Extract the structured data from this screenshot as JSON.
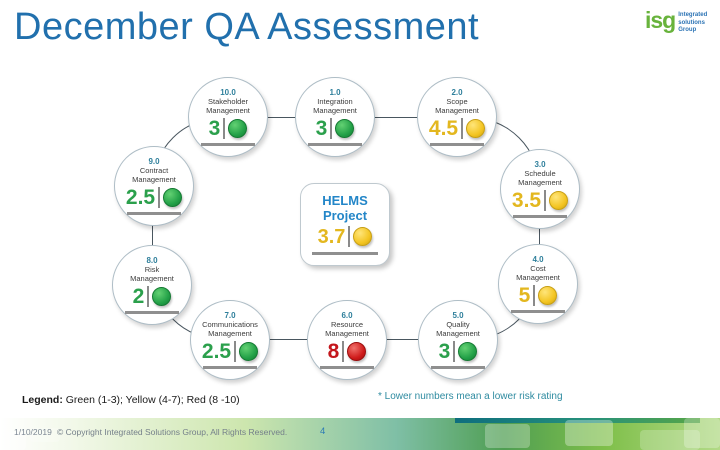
{
  "slide": {
    "title": "December QA Assessment"
  },
  "logo": {
    "mark": "isg",
    "line1": "Integrated",
    "line2": "solutions",
    "line3": "Group"
  },
  "diagram": {
    "center": {
      "name1": "HELMS",
      "name2": "Project",
      "score": "3.7",
      "status": "yellow"
    },
    "nodes": [
      {
        "label": "1.0",
        "name1": "Integration",
        "name2": "Management",
        "score": "3",
        "status": "green"
      },
      {
        "label": "2.0",
        "name1": "Scope",
        "name2": "Management",
        "score": "4.5",
        "status": "yellow"
      },
      {
        "label": "3.0",
        "name1": "Schedule",
        "name2": "Management",
        "score": "3.5",
        "status": "yellow"
      },
      {
        "label": "4.0",
        "name1": "Cost",
        "name2": "Management",
        "score": "5",
        "status": "yellow"
      },
      {
        "label": "5.0",
        "name1": "Quality",
        "name2": "Management",
        "score": "3",
        "status": "green"
      },
      {
        "label": "6.0",
        "name1": "Resource",
        "name2": "Management",
        "score": "8",
        "status": "red"
      },
      {
        "label": "7.0",
        "name1": "Communications",
        "name2": "Management",
        "score": "2.5",
        "status": "green"
      },
      {
        "label": "8.0",
        "name1": "Risk",
        "name2": "Management",
        "score": "2",
        "status": "green"
      },
      {
        "label": "9.0",
        "name1": "Contract",
        "name2": "Management",
        "score": "2.5",
        "status": "green"
      },
      {
        "label": "10.0",
        "name1": "Stakeholder",
        "name2": "Management",
        "score": "3",
        "status": "green"
      }
    ]
  },
  "legend": {
    "label": "Legend:",
    "text": "Green (1-3); Yellow (4-7); Red (8 -10)"
  },
  "note": {
    "text": "* Lower numbers mean a lower risk rating"
  },
  "footer": {
    "date": "1/10/2019",
    "copyright": "© Copyright Integrated Solutions Group, All Rights Reserved.",
    "page": "4"
  },
  "colors": {
    "green": "#2ba04c",
    "yellow": "#f3c420",
    "red": "#cf1a1a",
    "accent_blue": "#2170ad",
    "teal_note": "#2e8ba0",
    "logo_green": "#68b33c"
  }
}
